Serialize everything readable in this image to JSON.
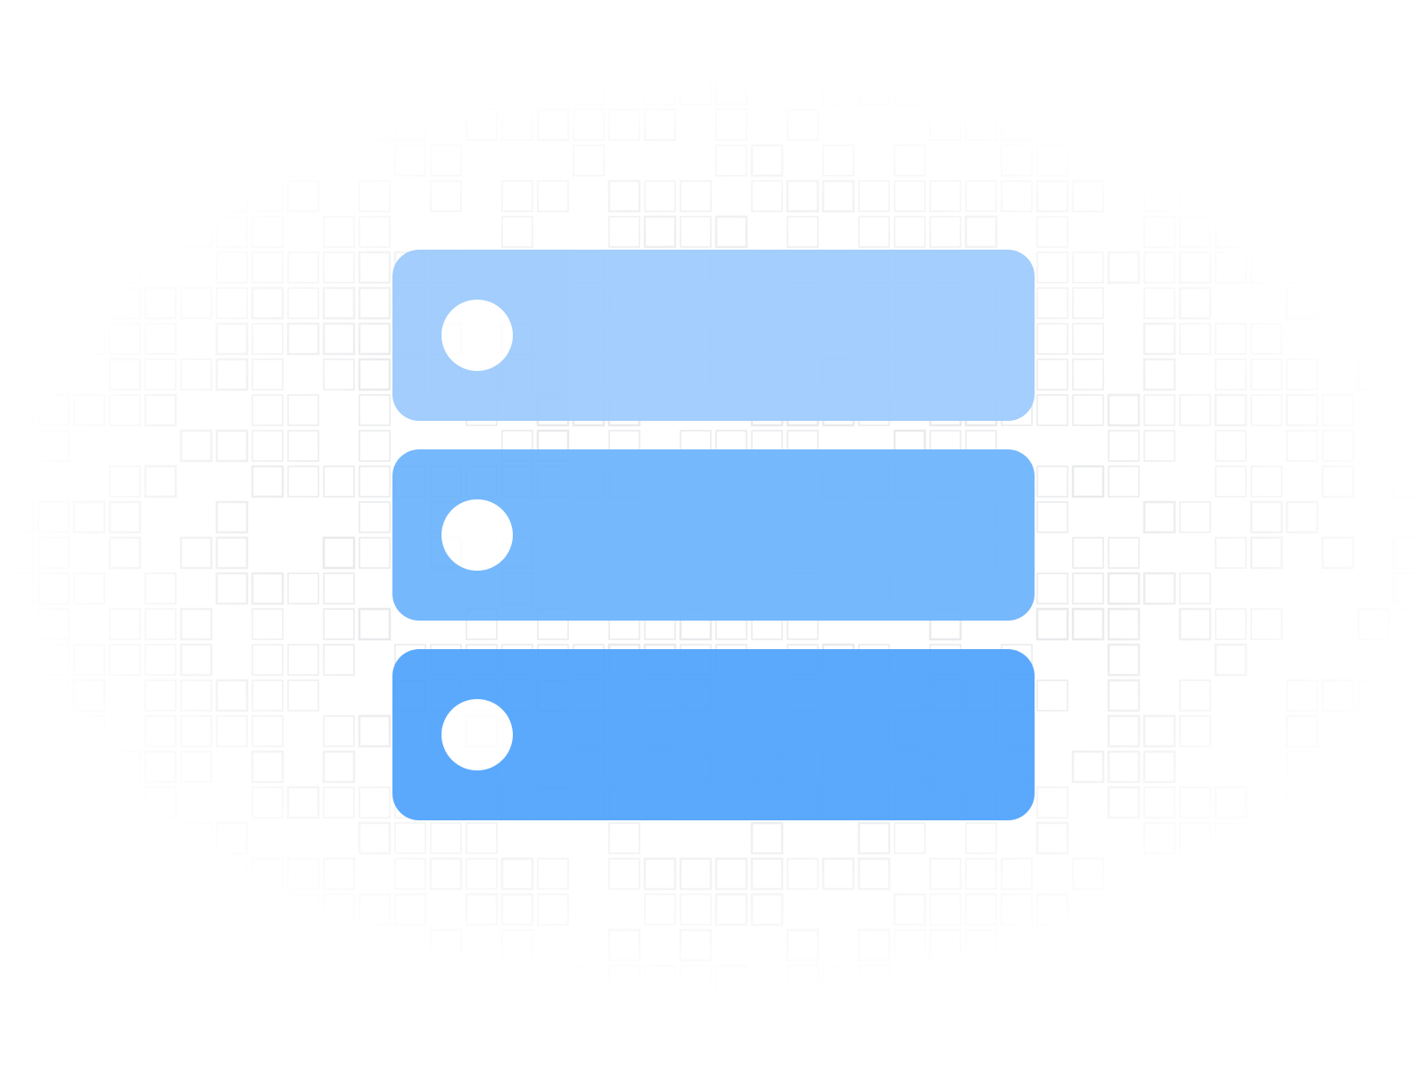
{
  "illustration": {
    "subject": "server-stack-icon",
    "colors": {
      "background": "#ffffff",
      "grid_stroke": "#e9eaec",
      "unit_top": "#9ccafd",
      "unit_middle": "#6cb3fc",
      "unit_bottom": "#4fa3fd",
      "indicator": "#ffffff"
    },
    "units": [
      {
        "name": "server-unit-top",
        "color_key": "unit_top"
      },
      {
        "name": "server-unit-middle",
        "color_key": "unit_middle"
      },
      {
        "name": "server-unit-bottom",
        "color_key": "unit_bottom"
      }
    ]
  }
}
